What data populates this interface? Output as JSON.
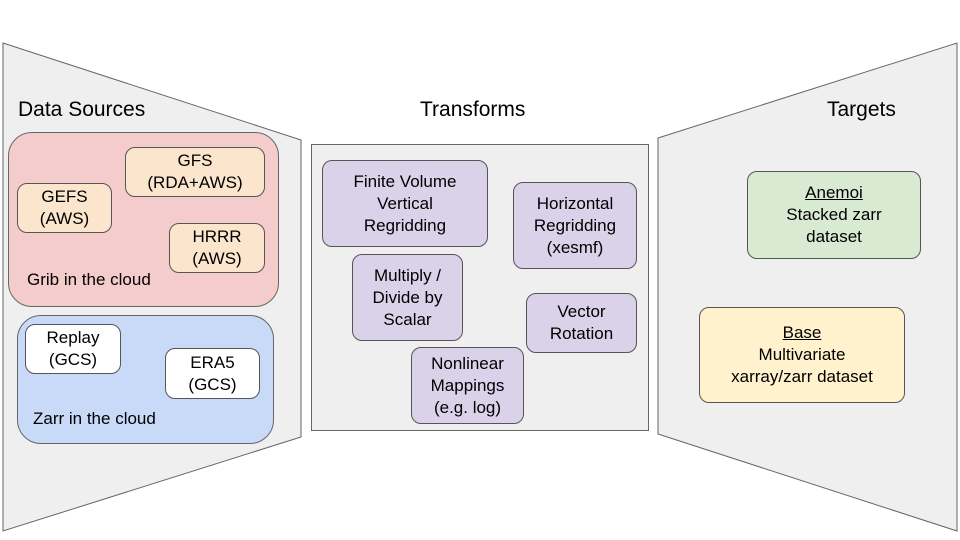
{
  "headings": {
    "sources": "Data Sources",
    "transforms": "Transforms",
    "targets": "Targets"
  },
  "colors": {
    "panel": "#efefef",
    "grib_group": "#f4cccc",
    "zarr_group": "#c9daf8",
    "source_box": "#fce5cd",
    "zarr_box": "#ffffff",
    "transform_box": "#d9d2e9",
    "anemoi_box": "#d9ead3",
    "base_box": "#fff2cc"
  },
  "grib": {
    "label": "Grib in the cloud",
    "gfs": [
      "GFS",
      "(RDA+AWS)"
    ],
    "gefs": [
      "GEFS",
      "(AWS)"
    ],
    "hrrr": [
      "HRRR",
      "(AWS)"
    ]
  },
  "zarr": {
    "label": "Zarr in the cloud",
    "replay": [
      "Replay",
      "(GCS)"
    ],
    "era5": [
      "ERA5",
      "(GCS)"
    ]
  },
  "transforms": {
    "finite_volume": [
      "Finite Volume",
      "Vertical",
      "Regridding"
    ],
    "horizontal": [
      "Horizontal",
      "Regridding",
      "(xesmf)"
    ],
    "multiply": [
      "Multiply /",
      "Divide by",
      "Scalar"
    ],
    "vector": [
      "Vector",
      "Rotation"
    ],
    "nonlinear": [
      "Nonlinear",
      "Mappings",
      "(e.g. log)"
    ]
  },
  "targets": {
    "anemoi": [
      "Anemoi",
      "Stacked zarr",
      "dataset"
    ],
    "base": [
      "Base",
      "Multivariate",
      "xarray/zarr dataset"
    ]
  }
}
